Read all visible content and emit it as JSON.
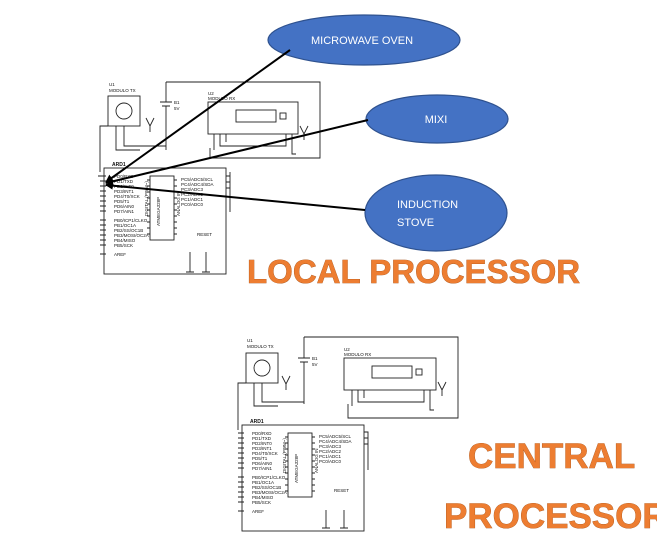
{
  "appliances": [
    {
      "label": "MICROWAVE OVEN"
    },
    {
      "label": "MIXI"
    },
    {
      "label_line1": "INDUCTION",
      "label_line2": "STOVE"
    }
  ],
  "local_processor": {
    "title": "LOCAL PROCESSOR",
    "u1_name": "U1",
    "u1_part": "MODULO TX",
    "u2_name": "U2",
    "u2_part": "MODULO RX",
    "battery_name": "B1",
    "battery_value": "5V",
    "arduino_name": "ARD1",
    "pins_left": [
      "PD0/RXD",
      "PD1/TXD",
      "PD2/INT0",
      "PD3/INT1",
      "PD4/T0/XCK",
      "PD5/T1",
      "PD6/AIN0",
      "PD7/AIN1",
      "",
      "PB0/ICP1/CLKO",
      "PB1/OC1A",
      "PB2/SS/OC1B",
      "PB3/MOSI/OC2A",
      "PB4/MISO",
      "PB5/SCK",
      "",
      "AREF"
    ],
    "pins_right": [
      "PC0/ADC0",
      "PC1/ADC1",
      "PC2/ADC2",
      "PC3/ADC3",
      "PC4/ADC4/SDA",
      "PC5/ADC5/SCL"
    ],
    "reset_label": "RESET",
    "chip_label": "ATMEGA328P",
    "digital_label": "DIGITAL (PWM~)",
    "analog_label": "ANALOG IN"
  },
  "central_processor": {
    "title_line1": "CENTRAL",
    "title_line2": "PROCESSOR",
    "u1_name": "U1",
    "u1_part": "MODULO TX",
    "u2_name": "U2",
    "u2_part": "MODULO RX",
    "battery_name": "B1",
    "battery_value": "5V",
    "arduino_name": "ARD1",
    "reset_label": "RESET",
    "chip_label": "ATMEGA328P",
    "digital_label": "DIGITAL (PWM~)",
    "analog_label": "ANALOG IN"
  },
  "colors": {
    "ellipse_fill": "#4472C4",
    "ellipse_text": "#FFFFFF",
    "title_color": "#ED7D31"
  }
}
